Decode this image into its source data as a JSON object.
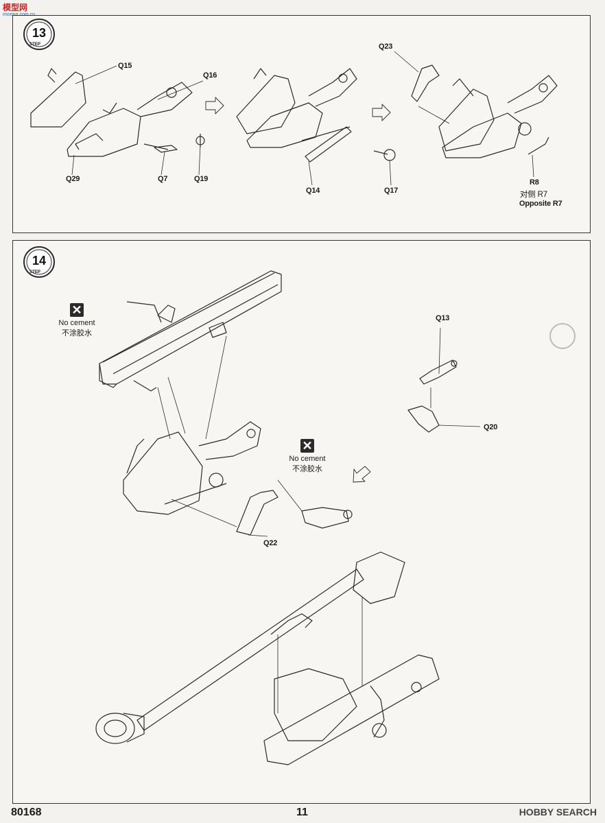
{
  "watermark": {
    "logo": "模型网",
    "url": "moxing.com.cn"
  },
  "step13": {
    "number": "13",
    "step_word": "STEP",
    "parts": {
      "q15": "Q15",
      "q16": "Q16",
      "q29": "Q29",
      "q7": "Q7",
      "q19": "Q19",
      "q14": "Q14",
      "q17": "Q17",
      "q23": "Q23",
      "r8": "R8"
    },
    "r8_note_cn": "对侧 R7",
    "r8_note_en": "Opposite R7"
  },
  "step14": {
    "number": "14",
    "step_word": "STEP",
    "no_cement_1": {
      "en": "No cement",
      "cn": "不涂胶水"
    },
    "no_cement_2": {
      "en": "No cement",
      "cn": "不涂胶水"
    },
    "parts": {
      "q13": "Q13",
      "q20": "Q20",
      "q22": "Q22"
    }
  },
  "footer": {
    "code": "80168",
    "page": "11",
    "source": "HOBBY SEARCH"
  },
  "colors": {
    "line": "#2a2a2a",
    "paper": "#f7f6f3"
  }
}
